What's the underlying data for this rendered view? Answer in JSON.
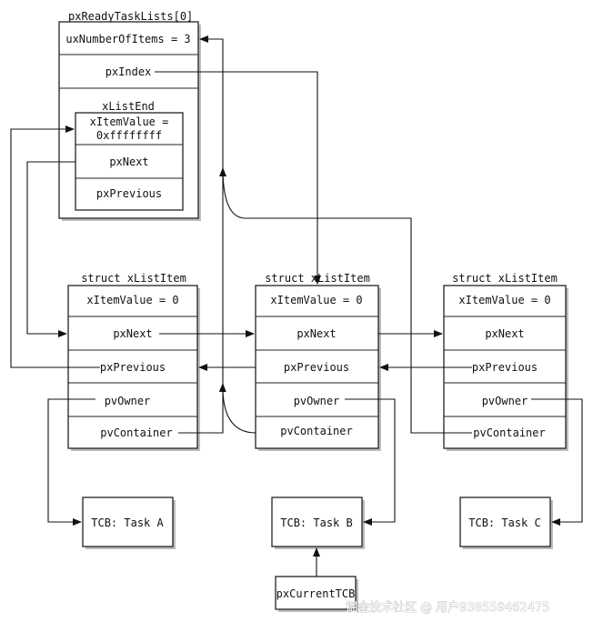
{
  "ready_list": {
    "title": "pxReadyTaskLists[0]",
    "number_of_items": "uxNumberOfItems = 3",
    "index": "pxIndex",
    "list_end_title": "xListEnd",
    "list_end_value_line1": "xItemValue =",
    "list_end_value_line2": "0xffffffff",
    "list_end_next": "pxNext",
    "list_end_previous": "pxPrevious"
  },
  "list_items": [
    {
      "title": "struct xListItem",
      "value": "xItemValue = 0",
      "next": "pxNext",
      "previous": "pxPrevious",
      "owner": "pvOwner",
      "container": "pvContainer"
    },
    {
      "title": "struct xListItem",
      "value": "xItemValue = 0",
      "next": "pxNext",
      "previous": "pxPrevious",
      "owner": "pvOwner",
      "container": "pvContainer"
    },
    {
      "title": "struct xListItem",
      "value": "xItemValue = 0",
      "next": "pxNext",
      "previous": "pxPrevious",
      "owner": "pvOwner",
      "container": "pvContainer"
    }
  ],
  "tasks": [
    "TCB: Task A",
    "TCB: Task B",
    "TCB: Task C"
  ],
  "current_tcb": "pxCurrentTCB",
  "watermark": "掘金技术社区 @ 用户938559462475"
}
